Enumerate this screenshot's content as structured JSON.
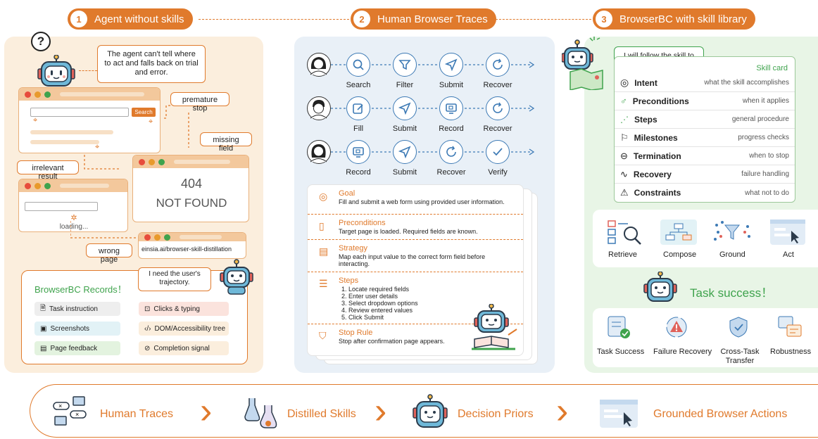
{
  "headers": [
    {
      "num": "1",
      "label": "Agent without skills"
    },
    {
      "num": "2",
      "label": "Human Browser Traces"
    },
    {
      "num": "3",
      "label": "BrowserBC with skill library"
    }
  ],
  "panel1": {
    "question_mark": "?",
    "agent_bubble": "The agent can't tell where to act and falls back on trial and error.",
    "search_button": "Search",
    "premature_stop": "premature stop",
    "missing_field": "missing field",
    "irrelevant_result": "irrelevant result",
    "loading": "loading...",
    "error_code": "404",
    "error_text": "NOT FOUND",
    "wrong_page": "wrong page",
    "url": "einsia.ai/browser-skill-distillation",
    "need_bubble": "I need the user's trajectory.",
    "records_title": "BrowserBC Records！",
    "records": [
      {
        "icon": "doc-icon",
        "label": "Task instruction",
        "color": "#eeeeee"
      },
      {
        "icon": "cursor-icon",
        "label": "Clicks & typing",
        "color": "#fbe3dd"
      },
      {
        "icon": "image-icon",
        "label": "Screenshots",
        "color": "#e2f2f6"
      },
      {
        "icon": "code-icon",
        "label": "DOM/Accessibility tree",
        "color": "#fbeedd"
      },
      {
        "icon": "chat-icon",
        "label": "Page feedback",
        "color": "#e3f3df"
      },
      {
        "icon": "check-icon",
        "label": "Completion signal",
        "color": "#fbeedd"
      }
    ]
  },
  "panel2": {
    "trace_rows": [
      [
        "Search",
        "Filter",
        "Submit",
        "Recover"
      ],
      [
        "Fill",
        "Submit",
        "Record",
        "Recover"
      ],
      [
        "Record",
        "Submit",
        "Recover",
        "Verify"
      ]
    ],
    "skill_sections": [
      {
        "icon": "target-icon",
        "title": "Goal",
        "text": "Fill and submit a web form using provided user information."
      },
      {
        "icon": "file-icon",
        "title": "Preconditions",
        "text": "Target page is loaded. Required fields are known."
      },
      {
        "icon": "doc-icon",
        "title": "Strategy",
        "text": "Map each input value to the correct form field before interacting."
      },
      {
        "icon": "list-icon",
        "title": "Steps",
        "text": "1. Locate required fields\n2. Enter user details\n3. Select dropdown options\n4. Review entered values\n5. Click Submit"
      },
      {
        "icon": "shield-icon",
        "title": "Stop Rule",
        "text": "Stop after confirmation page appears."
      }
    ]
  },
  "panel3": {
    "bubble": "I will follow the skill to complete the task.",
    "skill_card_title": "Skill card",
    "skills": [
      {
        "icon": "target-icon",
        "name": "Intent",
        "desc": "what the skill accomplishes"
      },
      {
        "icon": "precondition-icon",
        "name": "Preconditions",
        "desc": "when it applies"
      },
      {
        "icon": "steps-icon",
        "name": "Steps",
        "desc": "general procedure"
      },
      {
        "icon": "flag-icon",
        "name": "Milestones",
        "desc": "progress checks"
      },
      {
        "icon": "stop-icon",
        "name": "Termination",
        "desc": "when to stop"
      },
      {
        "icon": "pulse-icon",
        "name": "Recovery",
        "desc": "failure handling"
      },
      {
        "icon": "warning-icon",
        "name": "Constraints",
        "desc": "what not to do"
      }
    ],
    "actions": [
      "Retrieve",
      "Compose",
      "Ground",
      "Act"
    ],
    "success": "Task success！",
    "outcomes": [
      "Task Success",
      "Failure Recovery",
      "Cross-Task Transfer",
      "Robustness"
    ]
  },
  "bottom": [
    "Human Traces",
    "Distilled Skills",
    "Decision Priors",
    "Grounded Browser Actions"
  ],
  "colors": {
    "accent": "#e07a2c",
    "blue": "#3d7ab5",
    "green": "#3fa34d"
  }
}
